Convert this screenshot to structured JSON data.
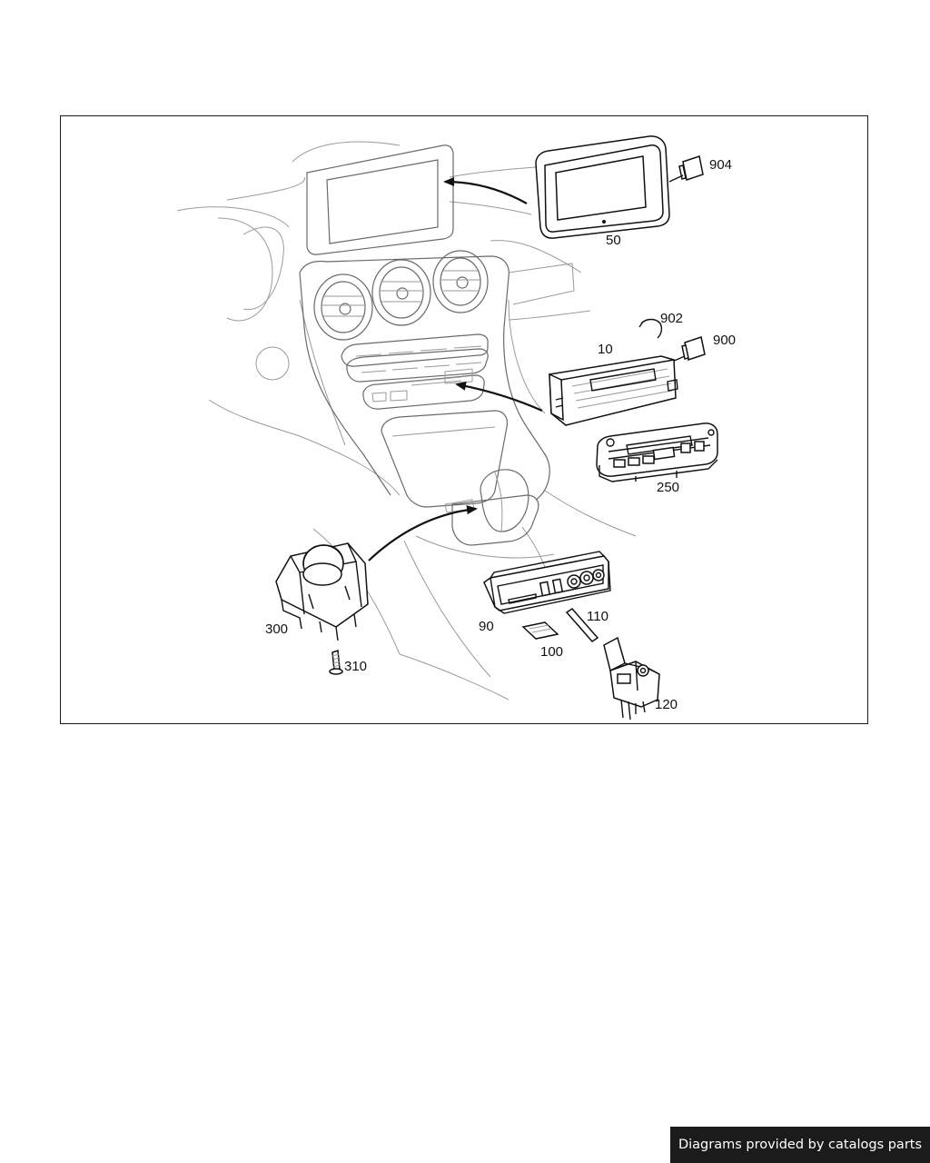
{
  "diagram": {
    "callouts": {
      "p904": "904",
      "p50": "50",
      "p902": "902",
      "p900": "900",
      "p10": "10",
      "p250": "250",
      "p300": "300",
      "p310": "310",
      "p90": "90",
      "p110": "110",
      "p100": "100",
      "p120": "120"
    }
  },
  "footer": {
    "credit": "Diagrams provided by catalogs parts"
  }
}
